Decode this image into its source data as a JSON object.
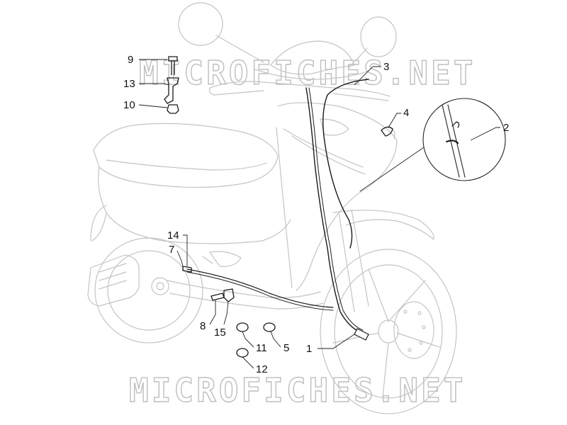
{
  "watermark": {
    "top_text": "MICROFICHES.NET",
    "bottom_text": "MICROFICHES.NET"
  },
  "callouts": [
    {
      "id": "c9",
      "label": "9"
    },
    {
      "id": "c13",
      "label": "13"
    },
    {
      "id": "c10",
      "label": "10"
    },
    {
      "id": "c3",
      "label": "3"
    },
    {
      "id": "c4",
      "label": "4"
    },
    {
      "id": "c2",
      "label": "2"
    },
    {
      "id": "c14",
      "label": "14"
    },
    {
      "id": "c7",
      "label": "7"
    },
    {
      "id": "c8",
      "label": "8"
    },
    {
      "id": "c15",
      "label": "15"
    },
    {
      "id": "c11",
      "label": "11"
    },
    {
      "id": "c5",
      "label": "5"
    },
    {
      "id": "c1",
      "label": "1"
    },
    {
      "id": "c12",
      "label": "12"
    }
  ],
  "colors": {
    "outline": "#c4c4c4",
    "part": "#1a1a1a",
    "leader": "#222222"
  }
}
